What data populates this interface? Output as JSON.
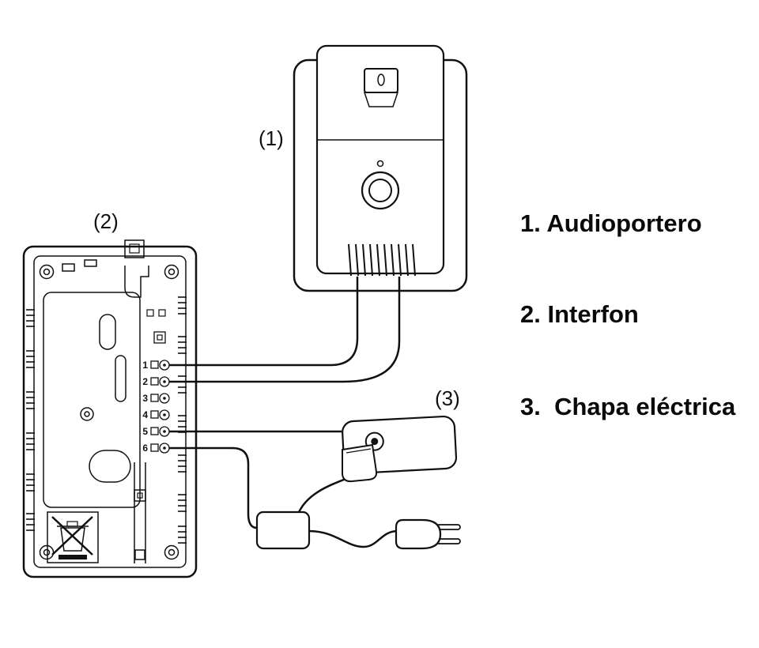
{
  "diagram": {
    "callouts": {
      "one": "(1)",
      "two": "(2)",
      "three": "(3)"
    },
    "terminals": [
      "1",
      "2",
      "3",
      "4",
      "5",
      "6"
    ]
  },
  "legend": {
    "items": [
      {
        "label": "1. Audioportero"
      },
      {
        "label": "2. Interfon"
      },
      {
        "label": "3.  Chapa eléctrica"
      }
    ]
  },
  "colors": {
    "line": "#111111",
    "background": "#ffffff"
  }
}
